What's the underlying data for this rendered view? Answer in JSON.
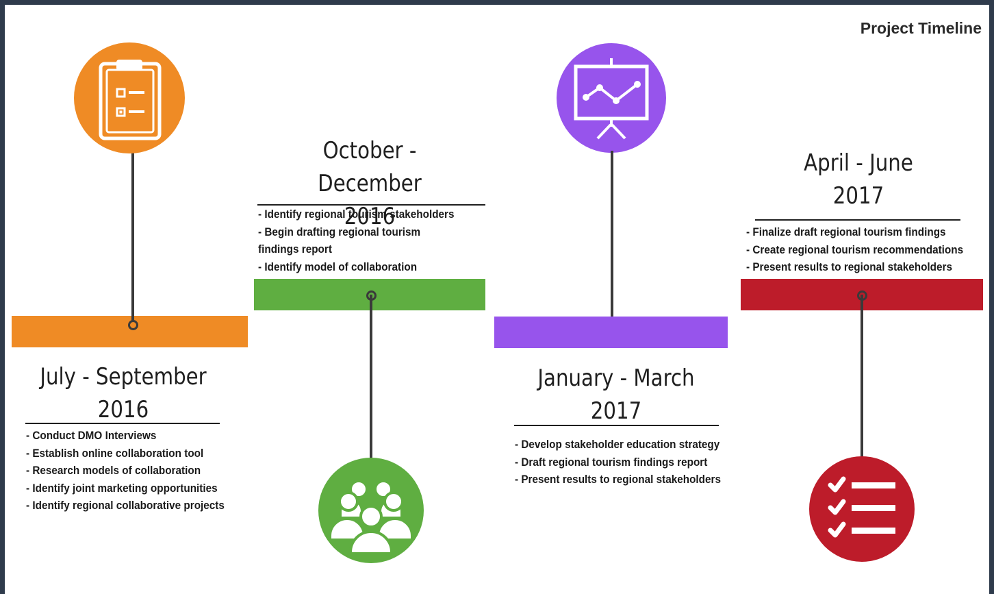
{
  "title": "Project Timeline",
  "phases": [
    {
      "line1": "July - September",
      "line2": "2016",
      "color": "#ef8b25",
      "icon": "clipboard-checklist-icon",
      "tasks": [
        "- Conduct DMO Interviews",
        "- Establish online collaboration tool",
        "- Research models of collaboration",
        "- Identify joint marketing opportunities",
        "- Identify regional collaborative projects"
      ]
    },
    {
      "line1": "October - December",
      "line2": "2016",
      "color": "#5fae41",
      "icon": "people-group-icon",
      "tasks": [
        "- Identify regional tourism stakeholders",
        "- Begin drafting regional tourism findings report",
        "- Identify model of collaboration"
      ]
    },
    {
      "line1": "January - March",
      "line2": "2017",
      "color": "#9754ec",
      "icon": "presentation-chart-icon",
      "tasks": [
        "- Develop stakeholder education strategy",
        "- Draft regional tourism findings report",
        "- Present results to regional stakeholders"
      ]
    },
    {
      "line1": "April - June",
      "line2": "2017",
      "color": "#bd1c2a",
      "icon": "checklist-icon",
      "tasks": [
        "- Finalize draft regional tourism findings",
        "- Create regional tourism recommendations",
        "- Present results to regional stakeholders"
      ]
    }
  ]
}
